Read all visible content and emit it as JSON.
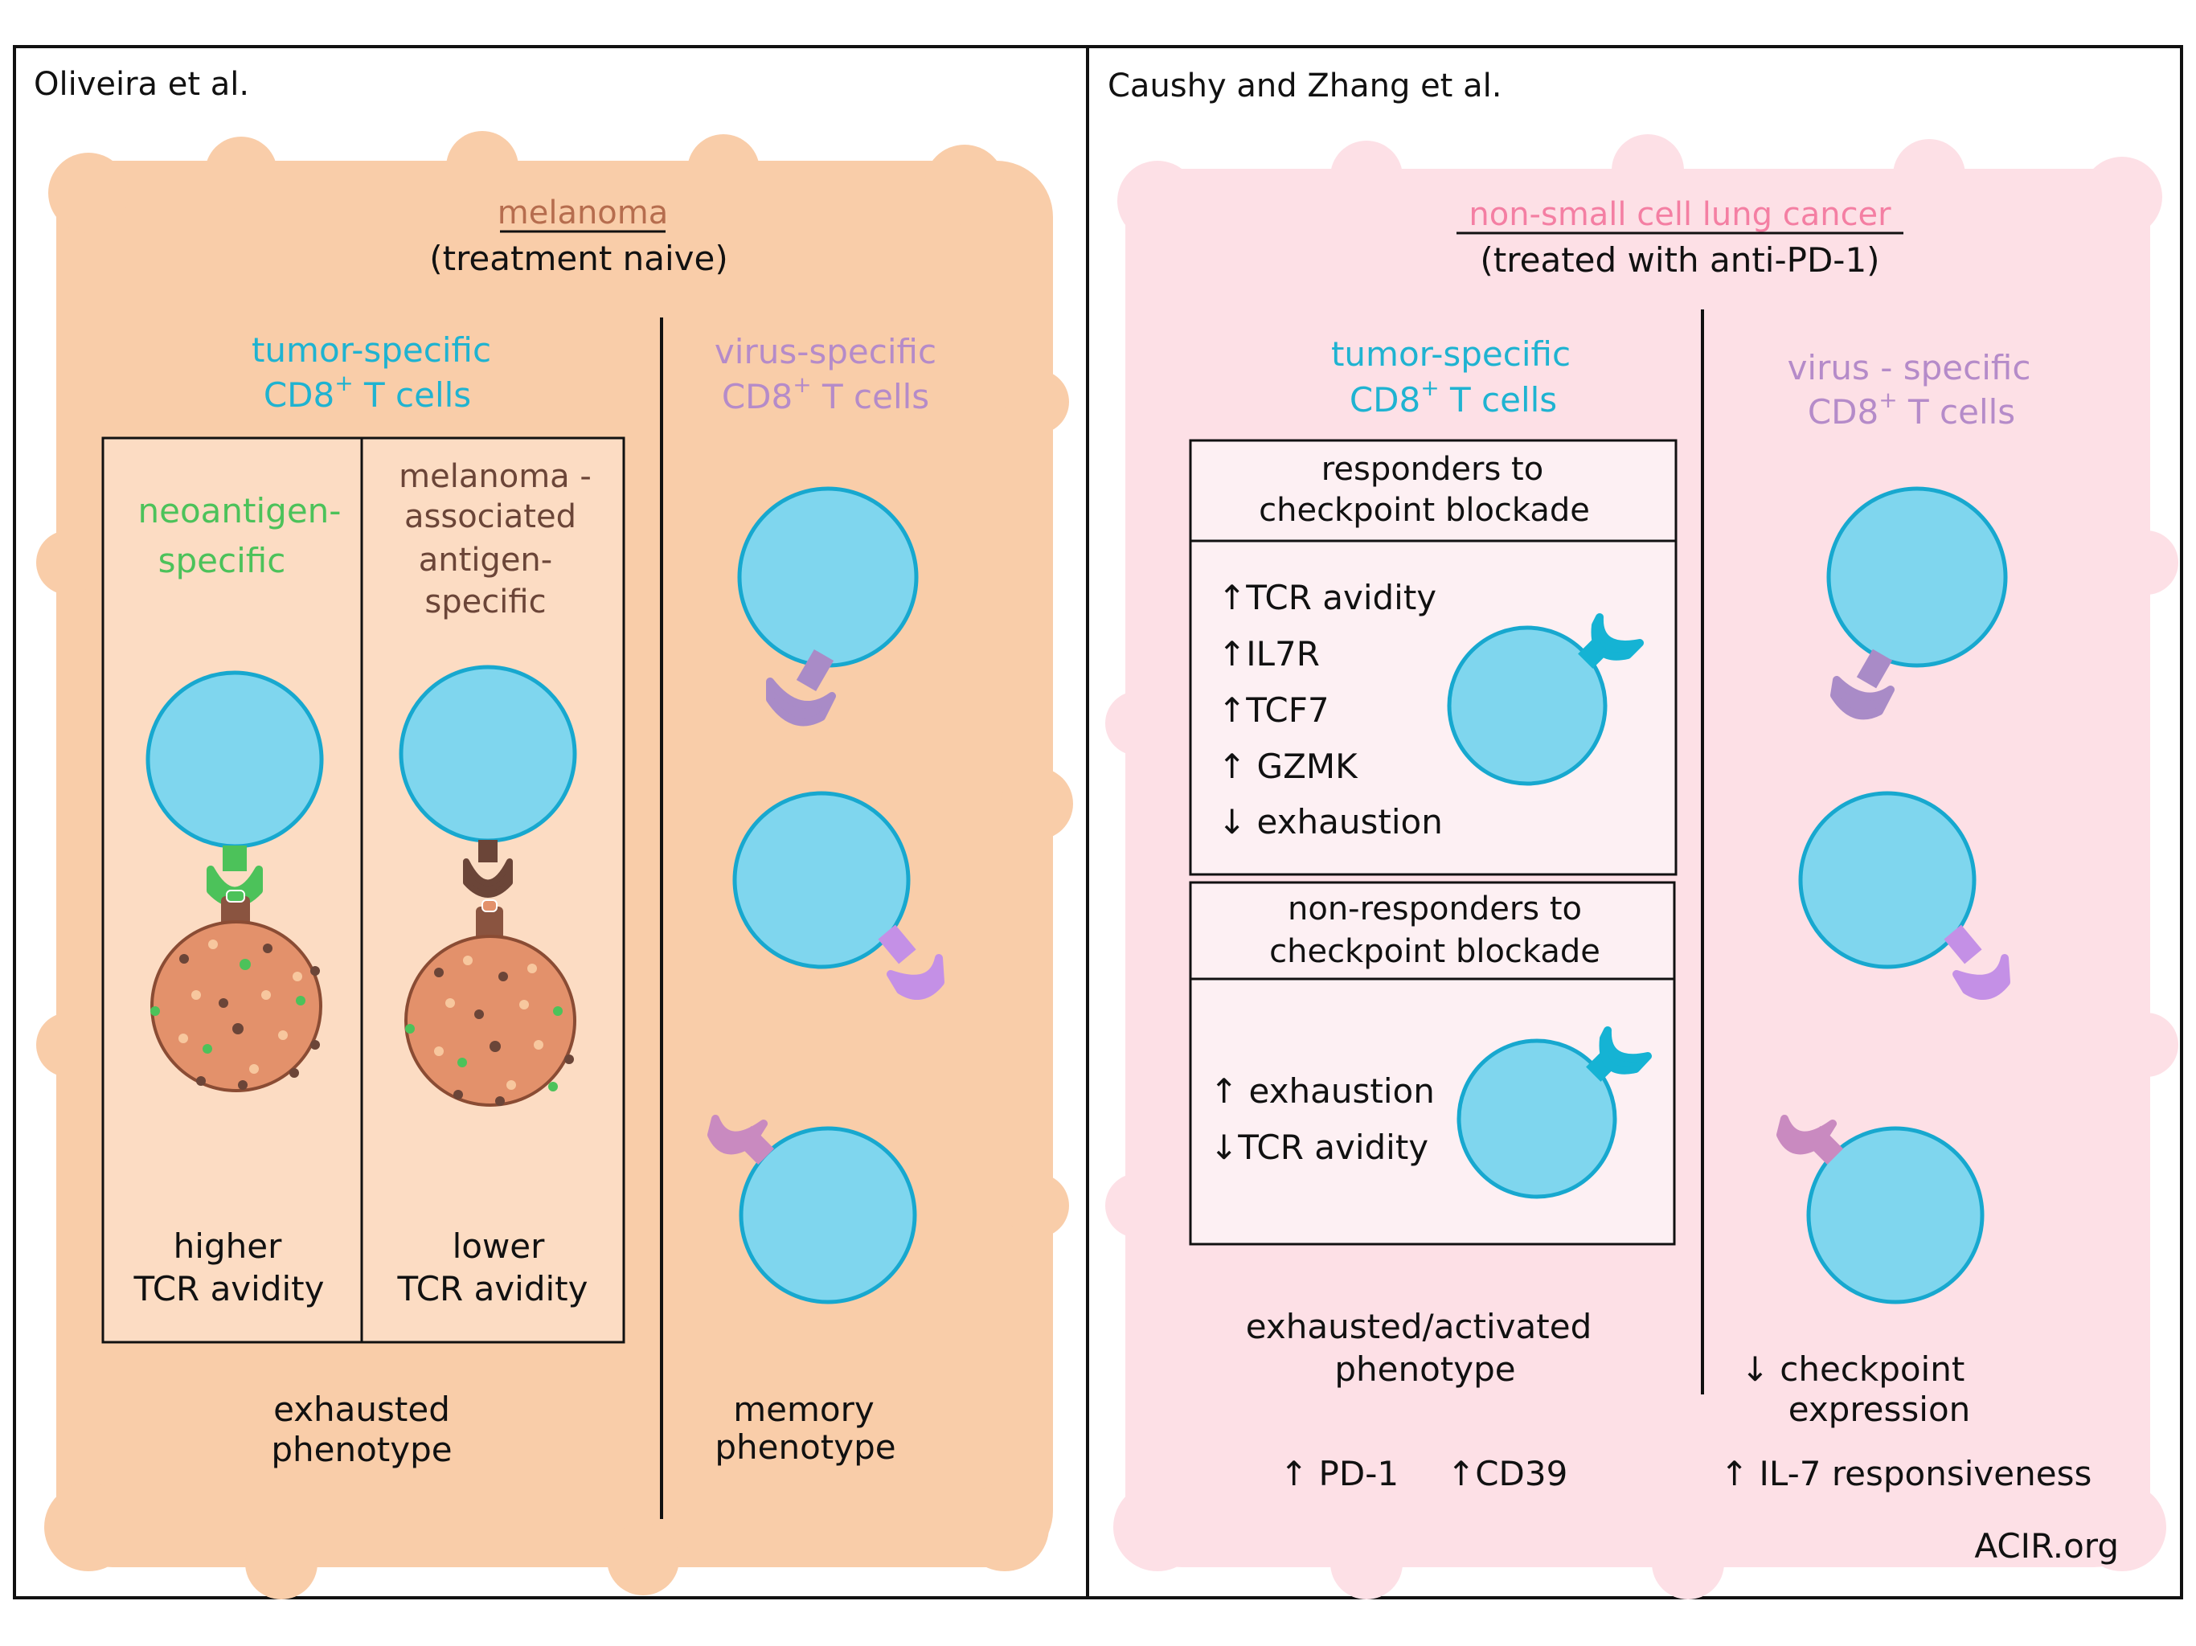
{
  "colors": {
    "tumor": "#1fb3d1",
    "virus": "#b58bc9",
    "neoantigen": "#4cc25a",
    "melanoma_panel": "#f9cda9",
    "melanoma_inner": "#fcdcc3",
    "nsclc_panel": "#fde0e6",
    "nsclc_inner": "#fdf0f3",
    "nsclc_title": "#f47fa3",
    "melanoma_title": "#b66d4e",
    "cell_fill": "#7fd6ee",
    "cell_stroke": "#17a8cf",
    "tumor_cell_fill": "#e3916b",
    "tumor_cell_stroke": "#8a4c34",
    "mhc_stem": "#8a5440",
    "tcr_green": "#4cc25a",
    "tcr_brown": "#6b4538",
    "tcr_purple": "#a98bc7",
    "tcr_violet": "#c490e6",
    "tcr_pink": "#c98ac0",
    "tcr_cyan": "#15b3d4"
  },
  "left_panel": {
    "heading": "Oliveira et al.",
    "cancer": "melanoma",
    "treatment": "(treatment naive)",
    "tumor_specific": {
      "line1": "tumor-specific",
      "line2_base": "CD8",
      "line2_sup": "+",
      "line2_rest": " T cells"
    },
    "virus_specific": {
      "line1": "virus-specific",
      "line2_base": "CD8",
      "line2_sup": "+",
      "line2_rest": " T cells"
    },
    "neo": {
      "line1": "neoantigen-",
      "line2": "specific",
      "avidity1": "higher",
      "avidity2": "TCR avidity"
    },
    "mel_assoc": {
      "line1": "melanoma -",
      "line2": "associated",
      "line3": "antigen-",
      "line4": "specific",
      "avidity1": "lower",
      "avidity2": "TCR avidity"
    },
    "exhausted": {
      "line1": "exhausted",
      "line2": "phenotype"
    },
    "memory": {
      "line1": "memory",
      "line2": "phenotype"
    }
  },
  "right_panel": {
    "heading": "Caushy and Zhang et al.",
    "cancer": "non-small cell lung cancer",
    "treatment": "(treated with anti-PD-1)",
    "tumor_specific": {
      "line1": "tumor-specific",
      "line2_base": "CD8",
      "line2_sup": "+",
      "line2_rest": " T cells"
    },
    "virus_specific": {
      "line1": "virus - specific",
      "line2_base": "CD8",
      "line2_sup": "+",
      "line2_rest": " T cells"
    },
    "responders": {
      "title1": "responders to",
      "title2": "checkpoint blockade",
      "items": [
        "↑TCR avidity",
        "↑IL7R",
        "↑TCF7",
        "↑ GZMK",
        "↓ exhaustion"
      ]
    },
    "non_responders": {
      "title1": "non-responders to",
      "title2": "checkpoint blockade",
      "items": [
        "↑ exhaustion",
        "↓TCR avidity"
      ]
    },
    "exhausted_activated": {
      "line1": "exhausted/activated",
      "line2": "phenotype"
    },
    "checkpoint": {
      "line1": "↓ checkpoint",
      "line2": "expression"
    },
    "markers": {
      "pd1": "↑ PD-1",
      "cd39": "↑CD39",
      "il7": "↑ IL-7 responsiveness"
    }
  },
  "credit": "ACIR.org"
}
